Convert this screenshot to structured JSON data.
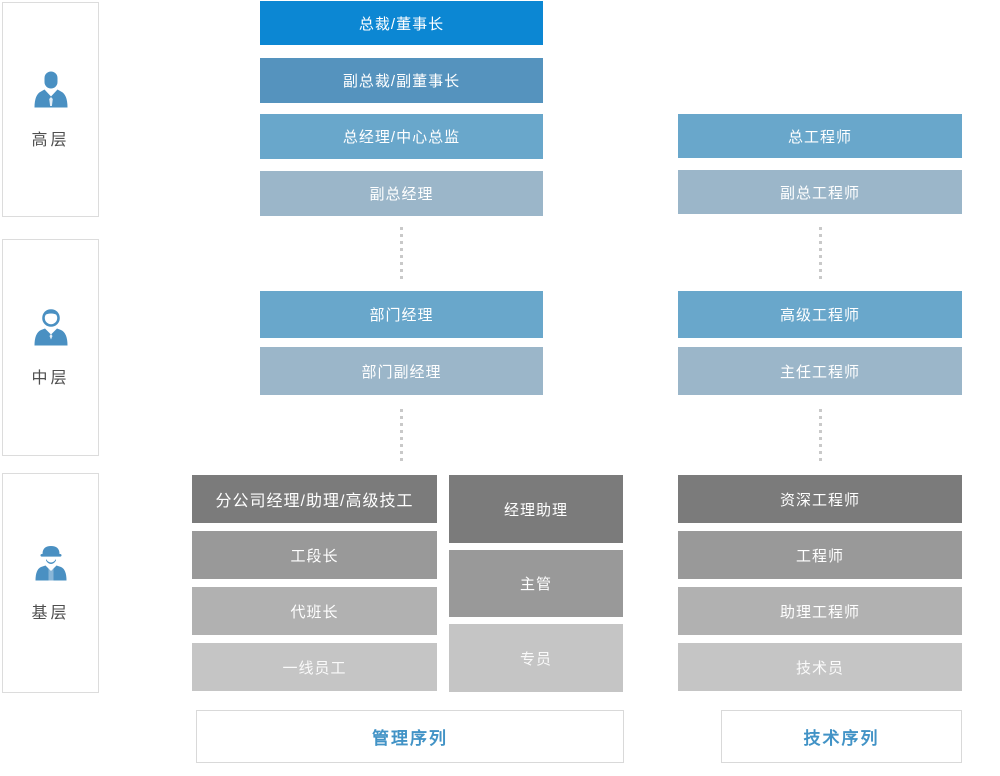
{
  "palette": {
    "bright_blue": "#0c87d3",
    "steel_blue": "#5593be",
    "mid_blue": "#69a7cb",
    "pale_blue": "#9bb6c9",
    "dark_gray": "#7b7b7b",
    "mid_gray": "#999999",
    "gray": "#b1b1b1",
    "light_gray": "#c5c5c5",
    "footer_text_blue": "#4293c6",
    "level_label_gray": "#4f4f4f",
    "icon_blue": "#4a90c2",
    "dot_gray": "#c9c9c9"
  },
  "levels": [
    {
      "label": "高层",
      "icon": "executive-icon"
    },
    {
      "label": "中层",
      "icon": "manager-icon"
    },
    {
      "label": "基层",
      "icon": "worker-icon"
    }
  ],
  "management": {
    "top": [
      "总裁/董事长",
      "副总裁/副董事长",
      "总经理/中心总监",
      "副总经理"
    ],
    "middle": [
      "部门经理",
      "部门副经理"
    ],
    "base_left": [
      "分公司经理/助理/高级技工",
      "工段长",
      "代班长",
      "一线员工"
    ],
    "base_right": [
      "经理助理",
      "主管",
      "专员"
    ],
    "footer": "管理序列"
  },
  "technical": {
    "top": [
      "总工程师",
      "副总工程师"
    ],
    "middle": [
      "高级工程师",
      "主任工程师"
    ],
    "base": [
      "资深工程师",
      "工程师",
      "助理工程师",
      "技术员"
    ],
    "footer": "技术序列"
  }
}
